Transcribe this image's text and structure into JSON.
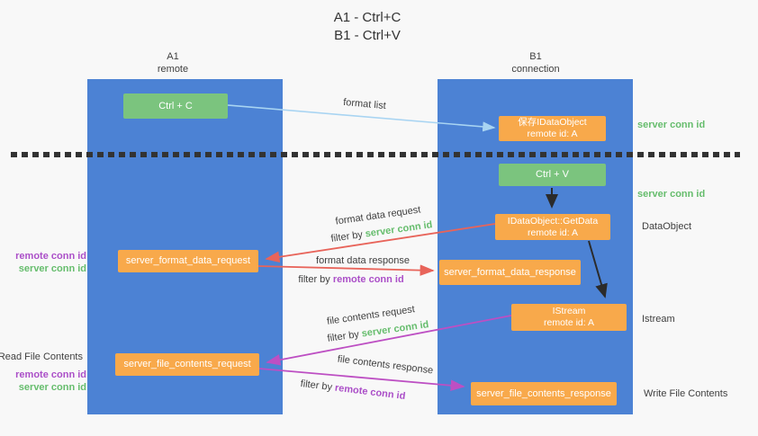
{
  "title": {
    "line1": "A1 - Ctrl+C",
    "line2": "B1 - Ctrl+V"
  },
  "lanes": {
    "a1": {
      "title": "A1",
      "subtitle": "remote"
    },
    "b1": {
      "title": "B1",
      "subtitle": "connection"
    }
  },
  "nodes": {
    "ctrl_c": {
      "label": "Ctrl + C"
    },
    "save_idataobject": {
      "line1": "保存IDataObject",
      "line2": "remote id: A"
    },
    "ctrl_v": {
      "label": "Ctrl + V"
    },
    "getdata": {
      "line1": "IDataObject::GetData",
      "line2": "remote id: A"
    },
    "server_format_data_request": {
      "label": "server_format_data_request"
    },
    "server_format_data_response": {
      "label": "server_format_data_response"
    },
    "istream": {
      "line1": "IStream",
      "line2": "remote id: A"
    },
    "server_file_contents_request": {
      "label": "server_file_contents_request"
    },
    "server_file_contents_response": {
      "label": "server_file_contents_response"
    }
  },
  "flows": {
    "format_list": {
      "label": "format list"
    },
    "format_data_request": {
      "label": "format data request",
      "filter_prefix": "filter by ",
      "filter_value": "server conn id"
    },
    "format_data_response": {
      "label": "format data response",
      "filter_prefix": "filter by ",
      "filter_value": "remote conn id"
    },
    "file_contents_request": {
      "label": "file contents request",
      "filter_prefix": "filter by ",
      "filter_value": "server conn id"
    },
    "file_contents_response": {
      "label": "file contents response",
      "filter_prefix": "filter by ",
      "filter_value": "remote conn id"
    }
  },
  "annotations": {
    "right": {
      "server_conn_id_top": "server conn id",
      "server_conn_id_mid": "server conn id",
      "dataobject": "DataObject",
      "istream": "Istream",
      "write_file_contents": "Write File Contents"
    },
    "left": {
      "remote_conn_id_top": "remote conn id",
      "server_conn_id_top": "server conn id",
      "read_file_contents": "Read File Contents",
      "remote_conn_id_bottom": "remote conn id",
      "server_conn_id_bottom": "server conn id"
    }
  },
  "colors": {
    "background": "#f8f8f8",
    "lane_blue": "#4c82d4",
    "node_green": "#7bc47e",
    "node_orange": "#f8a94b",
    "arrow_light_blue": "#a8d4f2",
    "arrow_red": "#e8645a",
    "arrow_magenta": "#bd4fc3",
    "arrow_black": "#2b2b2b",
    "text_green": "#66bd6d",
    "text_purple": "#ab4fc8",
    "text_dark": "#3f3f3f",
    "divider_dark": "#333333"
  }
}
